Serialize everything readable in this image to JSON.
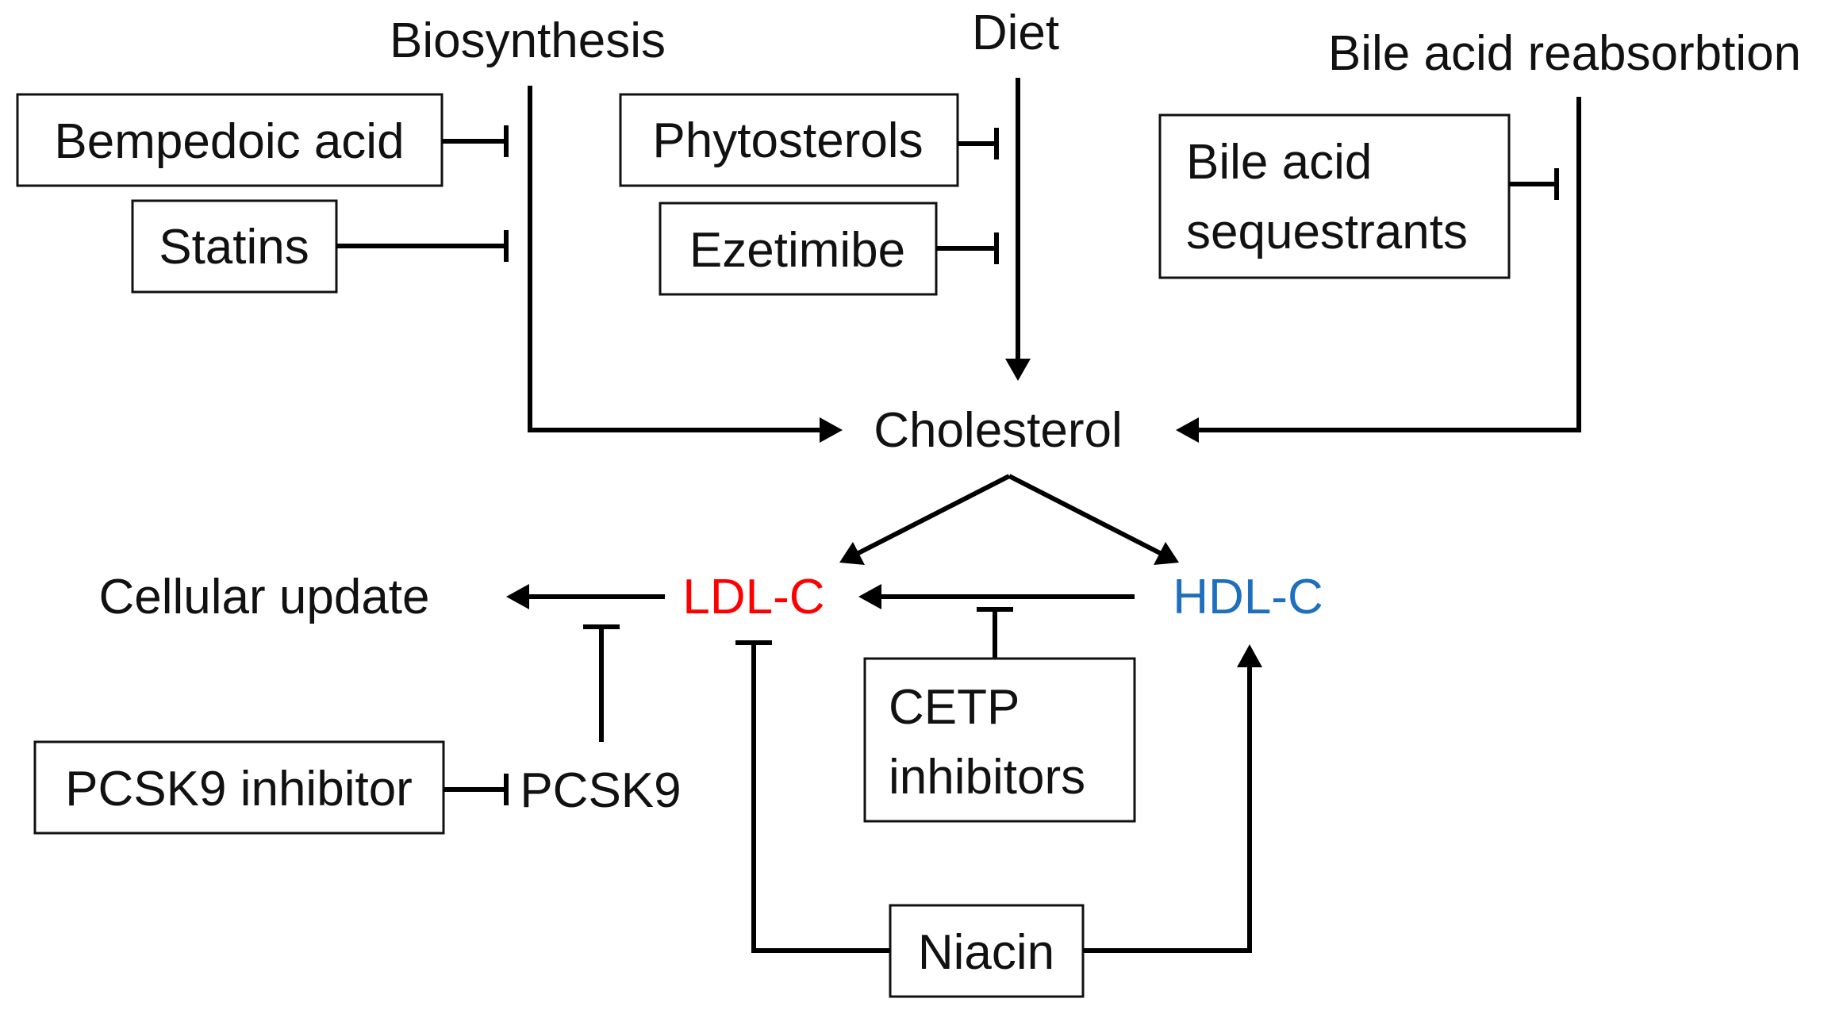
{
  "sources": {
    "biosynthesis": "Biosynthesis",
    "diet": "Diet",
    "bile_acid_reabsorption": "Bile acid reabsorbtion"
  },
  "nodes": {
    "cholesterol": "Cholesterol",
    "ldl_c": "LDL-C",
    "hdl_c": "HDL-C",
    "cellular_update": "Cellular update",
    "pcsk9": "PCSK9"
  },
  "drugs": {
    "bempedoic_acid": "Bempedoic acid",
    "statins": "Statins",
    "phytosterols": "Phytosterols",
    "ezetimibe": "Ezetimibe",
    "bile_acid_sequestrants_line1": "Bile acid",
    "bile_acid_sequestrants_line2": "sequestrants",
    "pcsk9_inhibitor": "PCSK9 inhibitor",
    "cetp_inhibitors_line1": "CETP",
    "cetp_inhibitors_line2": "inhibitors",
    "niacin": "Niacin"
  },
  "colors": {
    "ldl_c": "#ff0000",
    "hdl_c": "#1f6fbf",
    "lines": "#000000"
  }
}
